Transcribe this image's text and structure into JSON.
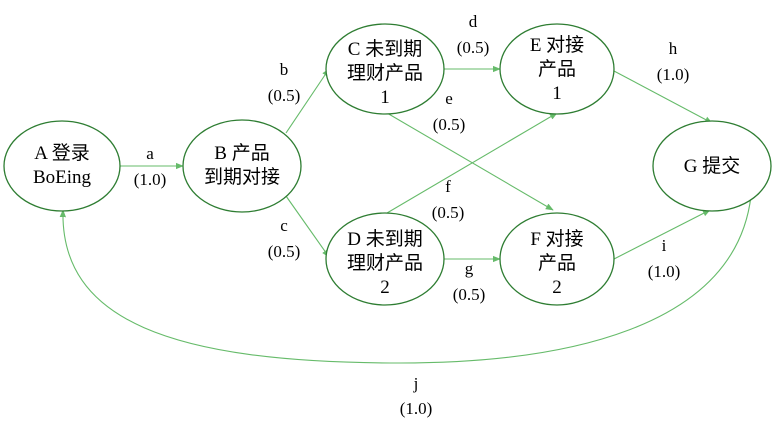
{
  "nodes": {
    "A": {
      "lines": [
        "A 登录",
        "BoEing"
      ]
    },
    "B": {
      "lines": [
        "B 产品",
        "到期对接"
      ]
    },
    "C": {
      "lines": [
        "C 未到期",
        "理财产品",
        "1"
      ]
    },
    "D": {
      "lines": [
        "D 未到期",
        "理财产品",
        "2"
      ]
    },
    "E": {
      "lines": [
        "E 对接",
        "产品",
        "1"
      ]
    },
    "F": {
      "lines": [
        "F 对接",
        "产品",
        "2"
      ]
    },
    "G": {
      "lines": [
        "G 提交"
      ]
    }
  },
  "edges": {
    "a": {
      "name": "a",
      "prob": "(1.0)"
    },
    "b": {
      "name": "b",
      "prob": "(0.5)"
    },
    "c": {
      "name": "c",
      "prob": "(0.5)"
    },
    "d": {
      "name": "d",
      "prob": "(0.5)"
    },
    "e": {
      "name": "e",
      "prob": "(0.5)"
    },
    "f": {
      "name": "f",
      "prob": "(0.5)"
    },
    "g": {
      "name": "g",
      "prob": "(0.5)"
    },
    "h": {
      "name": "h",
      "prob": "(1.0)"
    },
    "i": {
      "name": "i",
      "prob": "(1.0)"
    },
    "j": {
      "name": "j",
      "prob": "(1.0)"
    }
  }
}
